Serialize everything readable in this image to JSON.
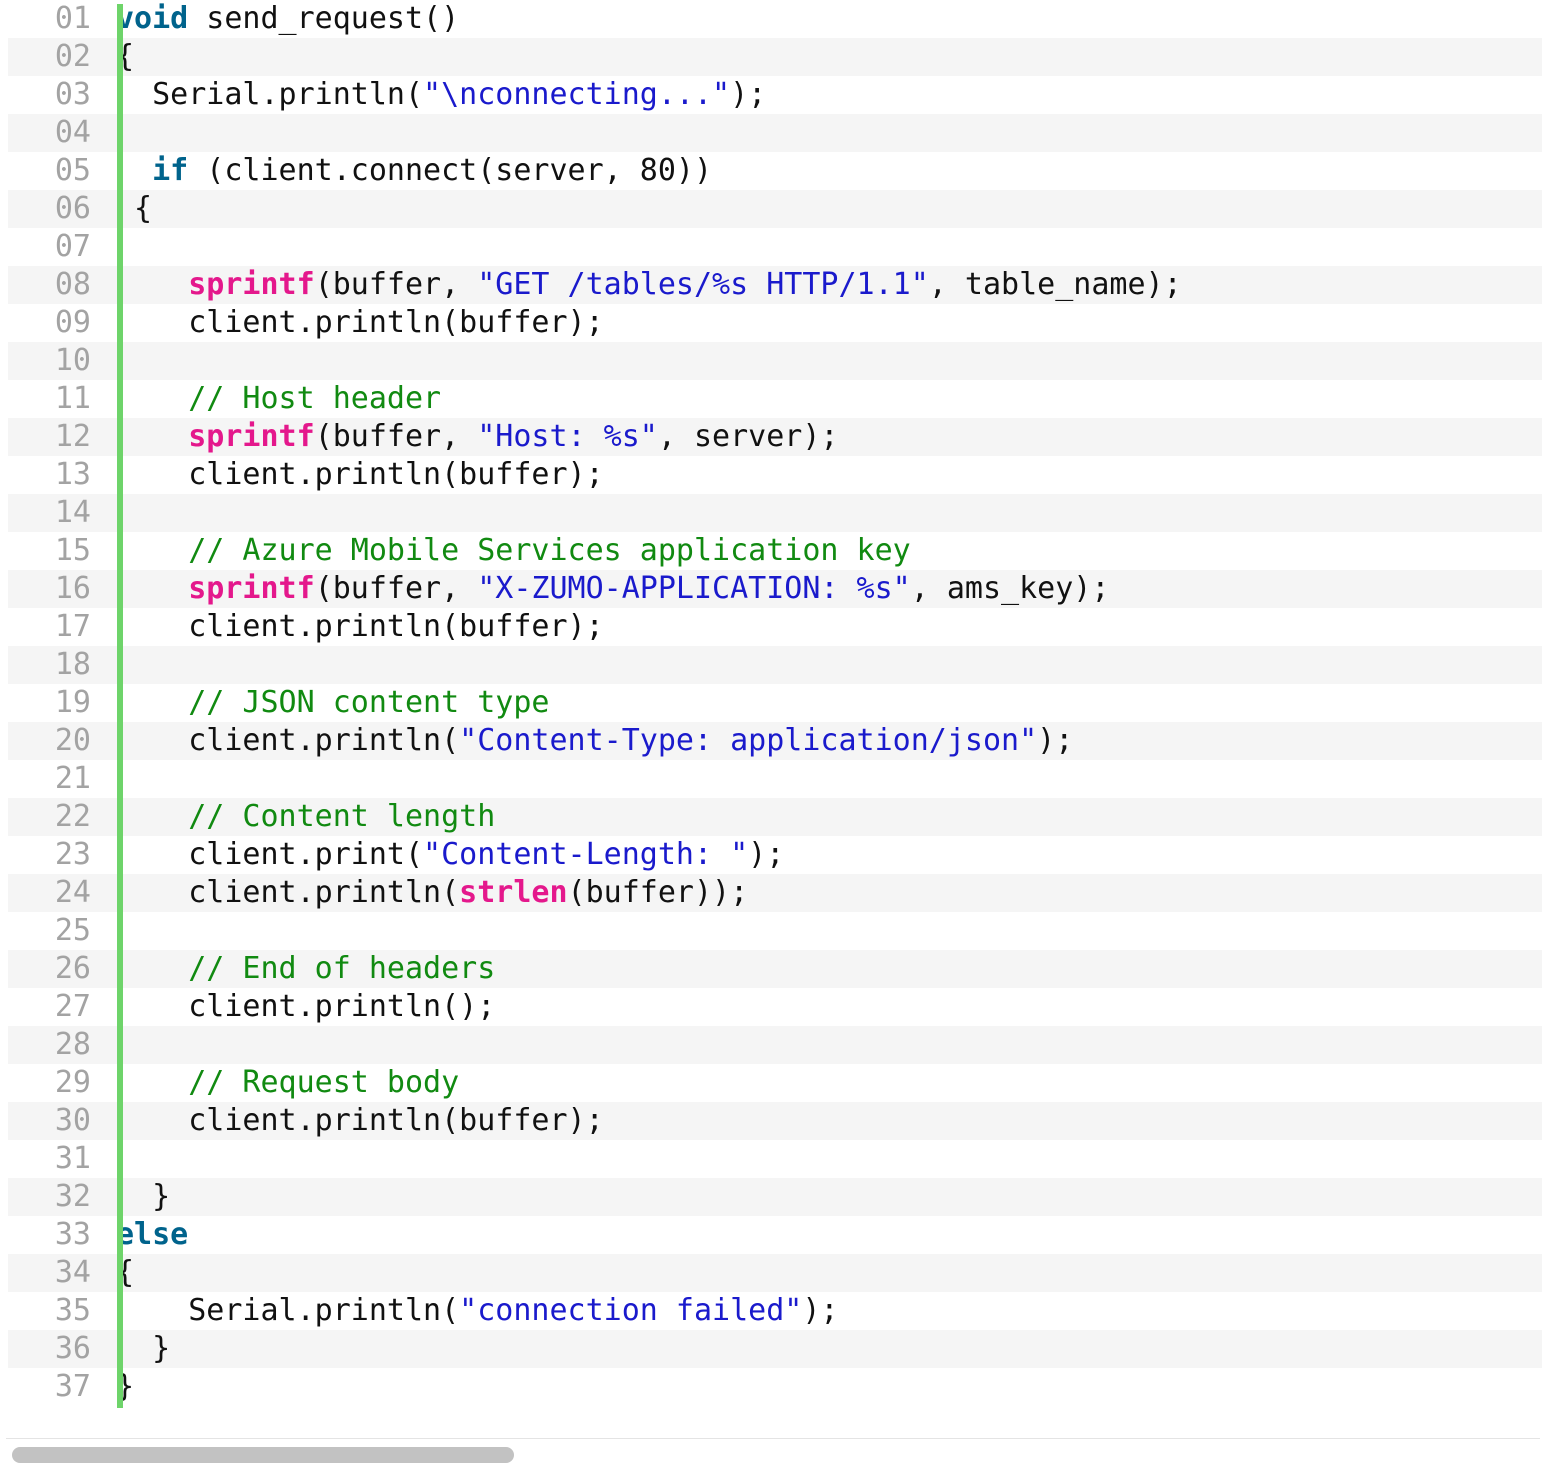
{
  "code": {
    "lines": [
      {
        "n": "01",
        "tokens": [
          {
            "t": "void",
            "c": "keyword"
          },
          {
            "t": " send_request()",
            "c": "plain"
          }
        ]
      },
      {
        "n": "02",
        "tokens": [
          {
            "t": "{",
            "c": "plain"
          }
        ]
      },
      {
        "n": "03",
        "tokens": [
          {
            "t": "  Serial.println(",
            "c": "plain"
          },
          {
            "t": "\"\\nconnecting...\"",
            "c": "string"
          },
          {
            "t": ");",
            "c": "plain"
          }
        ]
      },
      {
        "n": "04",
        "tokens": []
      },
      {
        "n": "05",
        "tokens": [
          {
            "t": "  ",
            "c": "plain"
          },
          {
            "t": "if",
            "c": "keyword"
          },
          {
            "t": " (client.connect(server, 80))",
            "c": "plain"
          }
        ]
      },
      {
        "n": "06",
        "tokens": [
          {
            "t": " {",
            "c": "plain"
          }
        ]
      },
      {
        "n": "07",
        "tokens": []
      },
      {
        "n": "08",
        "tokens": [
          {
            "t": "    ",
            "c": "plain"
          },
          {
            "t": "sprintf",
            "c": "func"
          },
          {
            "t": "(buffer, ",
            "c": "plain"
          },
          {
            "t": "\"GET /tables/%s HTTP/1.1\"",
            "c": "string"
          },
          {
            "t": ", table_name);",
            "c": "plain"
          }
        ]
      },
      {
        "n": "09",
        "tokens": [
          {
            "t": "    client.println(buffer);",
            "c": "plain"
          }
        ]
      },
      {
        "n": "10",
        "tokens": []
      },
      {
        "n": "11",
        "tokens": [
          {
            "t": "    ",
            "c": "plain"
          },
          {
            "t": "// Host header",
            "c": "comment"
          }
        ]
      },
      {
        "n": "12",
        "tokens": [
          {
            "t": "    ",
            "c": "plain"
          },
          {
            "t": "sprintf",
            "c": "func"
          },
          {
            "t": "(buffer, ",
            "c": "plain"
          },
          {
            "t": "\"Host: %s\"",
            "c": "string"
          },
          {
            "t": ", server);",
            "c": "plain"
          }
        ]
      },
      {
        "n": "13",
        "tokens": [
          {
            "t": "    client.println(buffer);",
            "c": "plain"
          }
        ]
      },
      {
        "n": "14",
        "tokens": []
      },
      {
        "n": "15",
        "tokens": [
          {
            "t": "    ",
            "c": "plain"
          },
          {
            "t": "// Azure Mobile Services application key",
            "c": "comment"
          }
        ]
      },
      {
        "n": "16",
        "tokens": [
          {
            "t": "    ",
            "c": "plain"
          },
          {
            "t": "sprintf",
            "c": "func"
          },
          {
            "t": "(buffer, ",
            "c": "plain"
          },
          {
            "t": "\"X-ZUMO-APPLICATION: %s\"",
            "c": "string"
          },
          {
            "t": ", ams_key);",
            "c": "plain"
          }
        ]
      },
      {
        "n": "17",
        "tokens": [
          {
            "t": "    client.println(buffer);",
            "c": "plain"
          }
        ]
      },
      {
        "n": "18",
        "tokens": []
      },
      {
        "n": "19",
        "tokens": [
          {
            "t": "    ",
            "c": "plain"
          },
          {
            "t": "// JSON content type",
            "c": "comment"
          }
        ]
      },
      {
        "n": "20",
        "tokens": [
          {
            "t": "    client.println(",
            "c": "plain"
          },
          {
            "t": "\"Content-Type: application/json\"",
            "c": "string"
          },
          {
            "t": ");",
            "c": "plain"
          }
        ]
      },
      {
        "n": "21",
        "tokens": []
      },
      {
        "n": "22",
        "tokens": [
          {
            "t": "    ",
            "c": "plain"
          },
          {
            "t": "// Content length",
            "c": "comment"
          }
        ]
      },
      {
        "n": "23",
        "tokens": [
          {
            "t": "    client.print(",
            "c": "plain"
          },
          {
            "t": "\"Content-Length: \"",
            "c": "string"
          },
          {
            "t": ");",
            "c": "plain"
          }
        ]
      },
      {
        "n": "24",
        "tokens": [
          {
            "t": "    client.println(",
            "c": "plain"
          },
          {
            "t": "strlen",
            "c": "func"
          },
          {
            "t": "(buffer));",
            "c": "plain"
          }
        ]
      },
      {
        "n": "25",
        "tokens": []
      },
      {
        "n": "26",
        "tokens": [
          {
            "t": "    ",
            "c": "plain"
          },
          {
            "t": "// End of headers",
            "c": "comment"
          }
        ]
      },
      {
        "n": "27",
        "tokens": [
          {
            "t": "    client.println();",
            "c": "plain"
          }
        ]
      },
      {
        "n": "28",
        "tokens": []
      },
      {
        "n": "29",
        "tokens": [
          {
            "t": "    ",
            "c": "plain"
          },
          {
            "t": "// Request body",
            "c": "comment"
          }
        ]
      },
      {
        "n": "30",
        "tokens": [
          {
            "t": "    client.println(buffer);",
            "c": "plain"
          }
        ]
      },
      {
        "n": "31",
        "tokens": []
      },
      {
        "n": "32",
        "tokens": [
          {
            "t": "  }",
            "c": "plain"
          }
        ]
      },
      {
        "n": "33",
        "tokens": [
          {
            "t": "else",
            "c": "keyword"
          }
        ]
      },
      {
        "n": "34",
        "tokens": [
          {
            "t": "{",
            "c": "plain"
          }
        ]
      },
      {
        "n": "35",
        "tokens": [
          {
            "t": "    Serial.println(",
            "c": "plain"
          },
          {
            "t": "\"connection failed\"",
            "c": "string"
          },
          {
            "t": ");",
            "c": "plain"
          }
        ]
      },
      {
        "n": "36",
        "tokens": [
          {
            "t": "  }",
            "c": "plain"
          }
        ]
      },
      {
        "n": "37",
        "tokens": [
          {
            "t": "}",
            "c": "plain"
          }
        ]
      }
    ]
  },
  "colors": {
    "keyword": "#00638c",
    "function": "#e4188c",
    "string": "#1a1acc",
    "comment": "#118a11",
    "line_number": "#a3a3a3",
    "gutter_bar": "#6ed46a",
    "alt_row": "#f5f5f5"
  },
  "scrollbar": {
    "position_fraction": 0.0,
    "visible_fraction": 0.33
  }
}
